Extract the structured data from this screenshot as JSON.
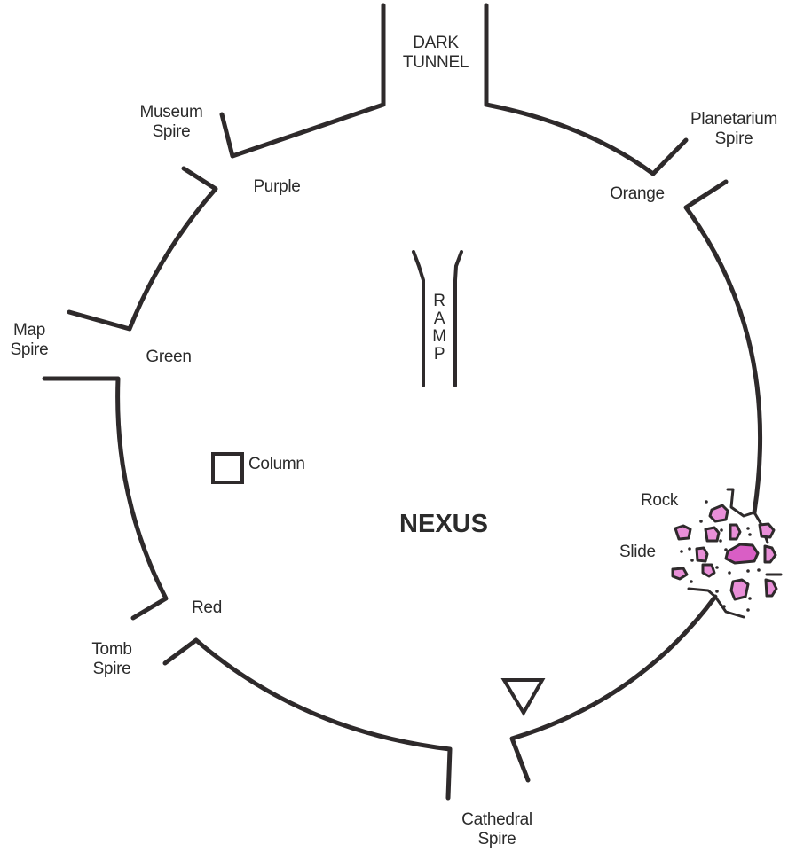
{
  "map": {
    "title": "NEXUS",
    "passages": {
      "dark_tunnel": [
        "DARK",
        "TUNNEL"
      ],
      "ramp": [
        "R",
        "A",
        "M",
        "P"
      ]
    },
    "spires": {
      "museum": [
        "Museum",
        "Spire"
      ],
      "planetarium": [
        "Planetarium",
        "Spire"
      ],
      "map": [
        "Map",
        "Spire"
      ],
      "tomb": [
        "Tomb",
        "Spire"
      ],
      "cathedral": [
        "Cathedral",
        "Spire"
      ]
    },
    "gates": {
      "purple": "Purple",
      "orange": "Orange",
      "green": "Green",
      "red": "Red"
    },
    "landmarks": {
      "column": "Column",
      "rock_slide": [
        "Rock",
        "Slide"
      ]
    },
    "colors": {
      "wall": "#2e2a2b",
      "rock": "#e98fd8",
      "rock_large": "#d95ec5",
      "background": "#ffffff"
    }
  }
}
